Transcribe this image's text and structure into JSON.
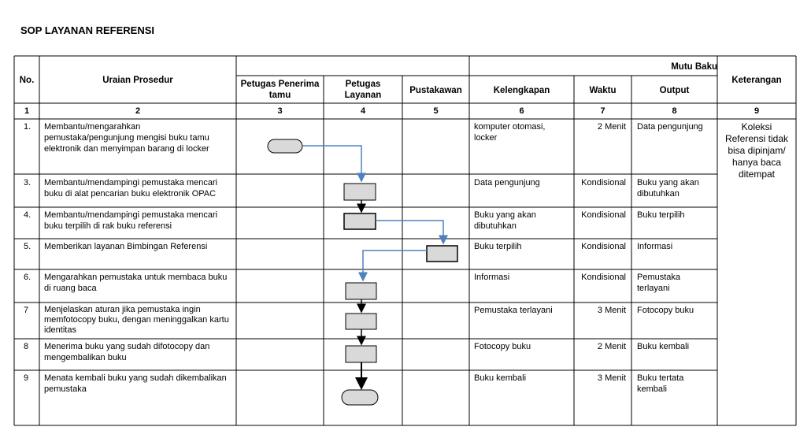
{
  "title": "SOP LAYANAN REFERENSI",
  "headers": {
    "no": "No.",
    "uraian": "Uraian Prosedur",
    "petugas_penerima": "Petugas Penerima tamu",
    "petugas_layanan": "Petugas Layanan",
    "pustakawan": "Pustakawan",
    "mutu_baku": "Mutu Baku",
    "kelengkapan": "Kelengkapan",
    "waktu": "Waktu",
    "output": "Output",
    "keterangan": "Keterangan"
  },
  "column_numbers": [
    "1",
    "2",
    "3",
    "4",
    "5",
    "6",
    "7",
    "8",
    "9"
  ],
  "rows": [
    {
      "no": "1.",
      "uraian": "Membantu/mengarahkan pemustaka/pengunjung mengisi buku tamu elektronik dan menyimpan barang di locker",
      "kelengkapan": "komputer otomasi, locker",
      "waktu": "2 Menit",
      "output": "Data pengunjung"
    },
    {
      "no": "3.",
      "uraian": "Membantu/mendampingi pemustaka mencari buku di alat pencarian buku elektronik OPAC",
      "kelengkapan": "Data pengunjung",
      "waktu": "Kondisional",
      "output": "Buku yang akan dibutuhkan"
    },
    {
      "no": "4.",
      "uraian": "Membantu/mendampingi pemustaka mencari buku terpilih di rak buku referensi",
      "kelengkapan": "Buku yang akan dibutuhkan",
      "waktu": "Kondisional",
      "output": "Buku terpilih"
    },
    {
      "no": "5.",
      "uraian": "Memberikan layanan Bimbingan Referensi",
      "kelengkapan": "Buku terpilih",
      "waktu": "Kondisional",
      "output": "Informasi"
    },
    {
      "no": "6.",
      "uraian": "Mengarahkan pemustaka untuk membaca buku di ruang baca",
      "kelengkapan": "Informasi",
      "waktu": "Kondisional",
      "output": "Pemustaka terlayani"
    },
    {
      "no": "7",
      "uraian": "Menjelaskan aturan jika pemustaka ingin memfotocopy buku, dengan meninggalkan kartu identitas",
      "kelengkapan": "Pemustaka terlayani",
      "waktu": "3 Menit",
      "output": "Fotocopy buku"
    },
    {
      "no": "8",
      "uraian": "Menerima buku yang sudah difotocopy dan mengembalikan buku",
      "kelengkapan": "Fotocopy buku",
      "waktu": "2 Menit",
      "output": "Buku kembali"
    },
    {
      "no": "9",
      "uraian": "Menata kembali buku yang sudah dikembalikan pemustaka",
      "kelengkapan": "Buku kembali",
      "waktu": "3 Menit",
      "output": "Buku tertata kembali"
    }
  ],
  "keterangan_note": "Koleksi Referensi tidak bisa dipinjam/ hanya baca ditempat",
  "colors": {
    "arrow_blue": "#4f81bd",
    "shape_fill": "#d9d9d9",
    "border": "#000000"
  }
}
